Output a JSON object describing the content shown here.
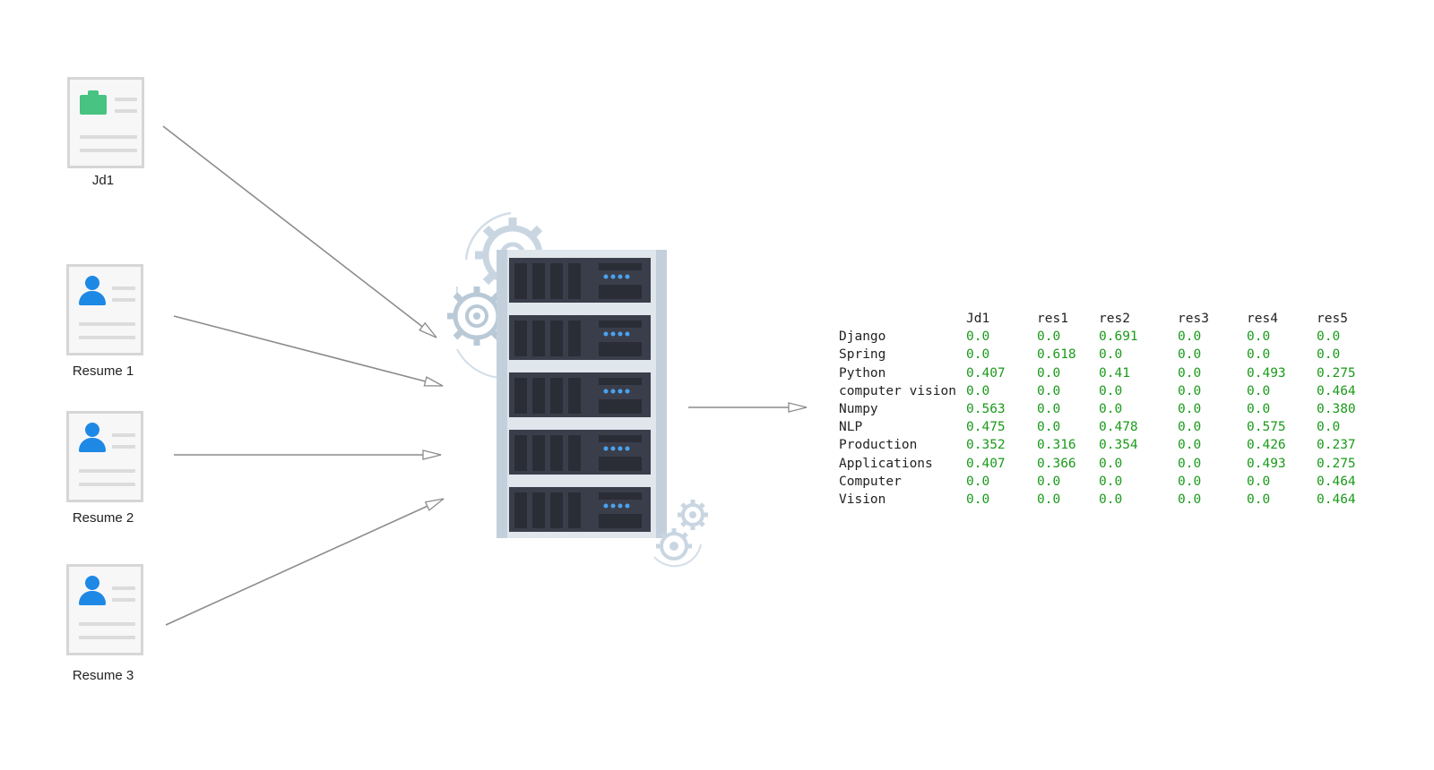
{
  "documents": [
    {
      "label": "Jd1",
      "kind": "job-description",
      "icon": "briefcase-icon",
      "accent": "#48c381"
    },
    {
      "label": "Resume 1",
      "kind": "resume",
      "icon": "person-icon",
      "accent": "#1e88e5"
    },
    {
      "label": "Resume 2",
      "kind": "resume",
      "icon": "person-icon",
      "accent": "#1e88e5"
    },
    {
      "label": "Resume 3",
      "kind": "resume",
      "icon": "person-icon",
      "accent": "#1e88e5"
    }
  ],
  "server": {
    "icon": "server-rack-icon",
    "gear_icon": "gear-icon"
  },
  "table": {
    "columns": [
      "Jd1",
      "res1",
      "res2",
      "res3",
      "res4",
      "res5"
    ],
    "rows": [
      {
        "term": "Django",
        "values": [
          "0.0",
          "0.0",
          "0.691",
          "0.0",
          "0.0",
          "0.0"
        ]
      },
      {
        "term": "Spring",
        "values": [
          "0.0",
          "0.618",
          "0.0",
          "0.0",
          "0.0",
          "0.0"
        ]
      },
      {
        "term": "Python",
        "values": [
          "0.407",
          "0.0",
          "0.41",
          "0.0",
          "0.493",
          "0.275"
        ]
      },
      {
        "term": "computer vision",
        "values": [
          "0.0",
          "0.0",
          "0.0",
          "0.0",
          "0.0",
          "0.464"
        ]
      },
      {
        "term": "Numpy",
        "values": [
          "0.563",
          "0.0",
          "0.0",
          "0.0",
          "0.0",
          "0.380"
        ]
      },
      {
        "term": "NLP",
        "values": [
          "0.475",
          "0.0",
          "0.478",
          "0.0",
          "0.575",
          "0.0"
        ]
      },
      {
        "term": "Production",
        "values": [
          "0.352",
          "0.316",
          "0.354",
          "0.0",
          "0.426",
          "0.237"
        ]
      },
      {
        "term": "Applications",
        "values": [
          "0.407",
          "0.366",
          "0.0",
          "0.0",
          "0.493",
          "0.275"
        ]
      },
      {
        "term": "Computer",
        "values": [
          "0.0",
          "0.0",
          "0.0",
          "0.0",
          "0.0",
          "0.464"
        ]
      },
      {
        "term": "Vision",
        "values": [
          "0.0",
          "0.0",
          "0.0",
          "0.0",
          "0.0",
          "0.464"
        ]
      }
    ]
  },
  "colors": {
    "value_text": "#1a9a1a",
    "arrow": "#8c8c8c",
    "server_dark": "#3a3e4a",
    "server_frame": "#c9d4de",
    "led": "#4aa3f0"
  }
}
